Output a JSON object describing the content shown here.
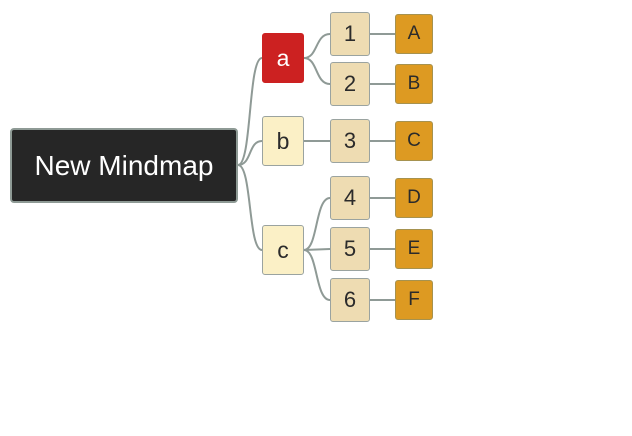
{
  "mindmap": {
    "root": {
      "label": "New Mindmap"
    },
    "branches": [
      {
        "label": "a",
        "selected": true,
        "children": [
          {
            "label": "1",
            "leaf": "A"
          },
          {
            "label": "2",
            "leaf": "B"
          }
        ]
      },
      {
        "label": "b",
        "selected": false,
        "children": [
          {
            "label": "3",
            "leaf": "C"
          }
        ]
      },
      {
        "label": "c",
        "selected": false,
        "children": [
          {
            "label": "4",
            "leaf": "D"
          },
          {
            "label": "5",
            "leaf": "E"
          },
          {
            "label": "6",
            "leaf": "F"
          }
        ]
      }
    ]
  },
  "colors": {
    "root_fill": "#262626",
    "selected_fill": "#cc2121",
    "branch_fill": "#fbf0c6",
    "child_fill": "#eedcb2",
    "leaf_fill": "#dd9a22",
    "connector": "#8f9a96"
  }
}
